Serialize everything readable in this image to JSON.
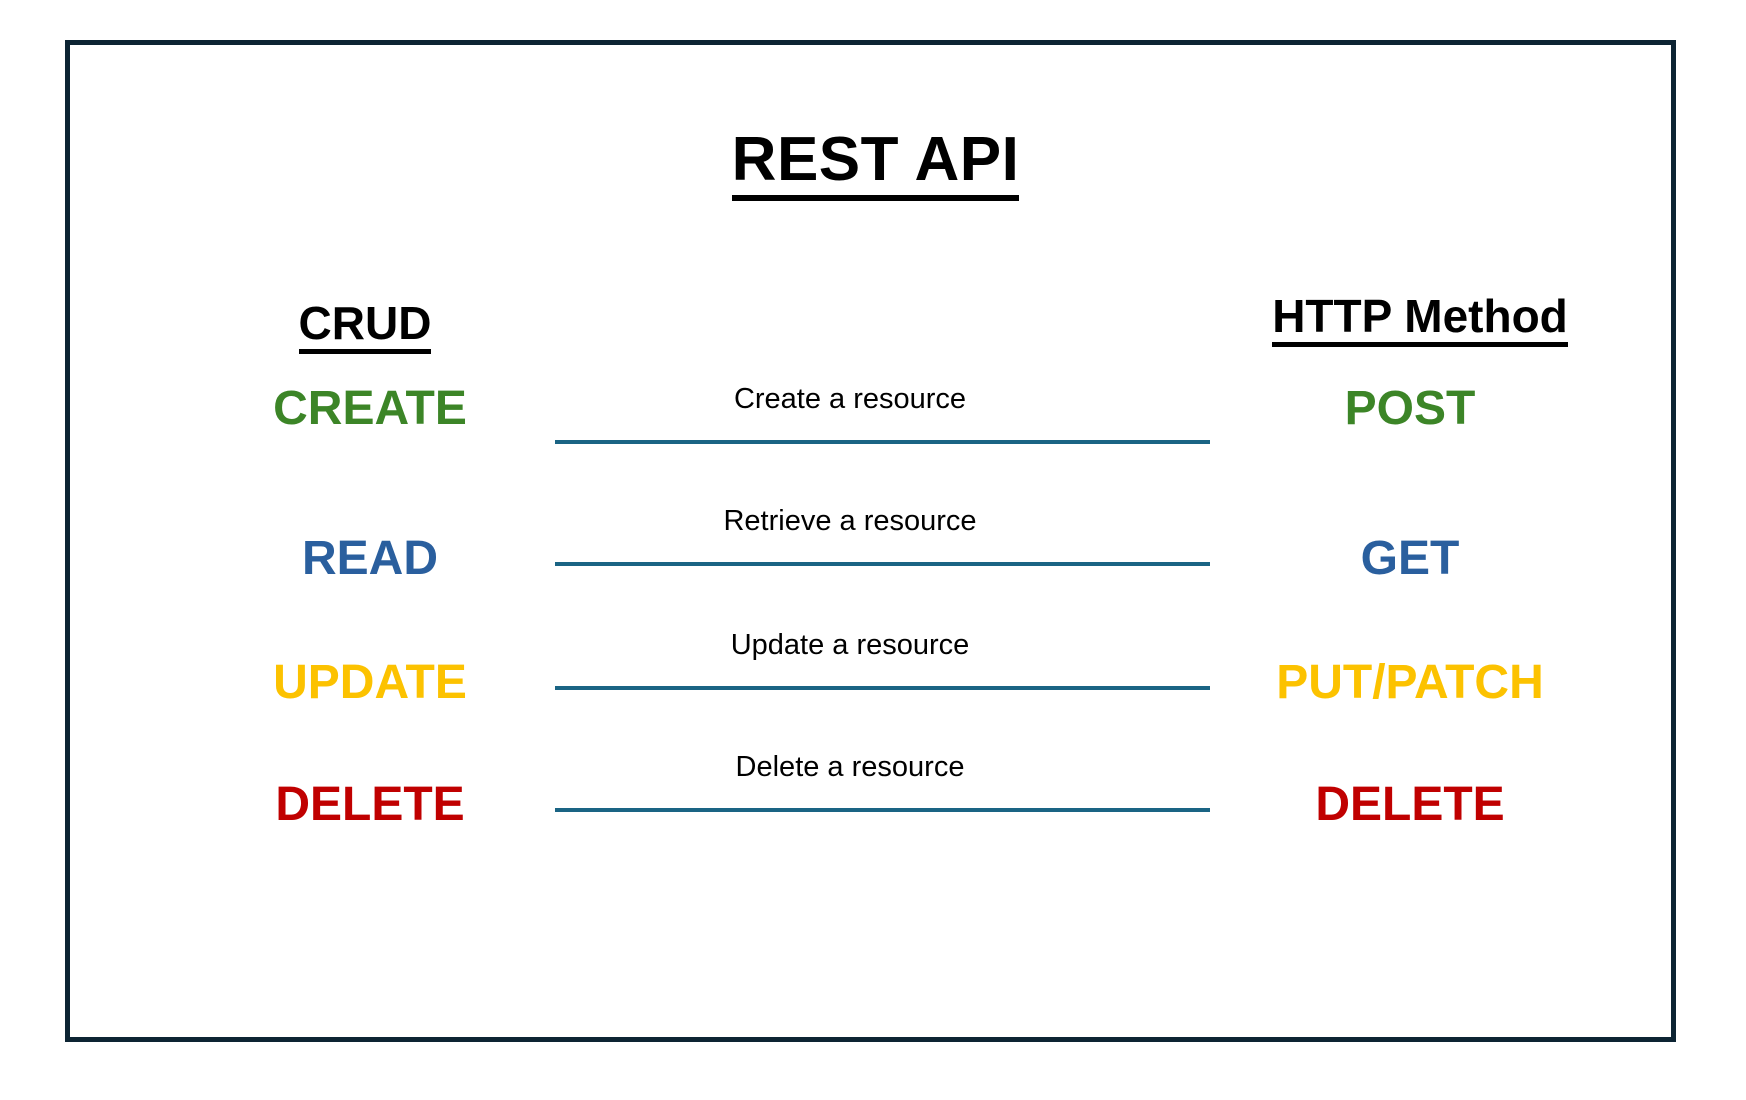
{
  "diagram": {
    "title": "REST API",
    "headers": {
      "left": "CRUD",
      "right": "HTTP Method"
    },
    "colors": {
      "frame": "#0d2433",
      "title": "#000000",
      "arrow": "#1a6484",
      "create": "#3c8527",
      "read": "#2a5f9e",
      "update": "#fcc200",
      "delete": "#c00000",
      "caption": "#000000",
      "background": "#ffffff"
    },
    "rows": [
      {
        "crud": "CREATE",
        "method": "POST",
        "caption": "Create a resource",
        "color": "#3c8527"
      },
      {
        "crud": "READ",
        "method": "GET",
        "caption": "Retrieve a resource",
        "color": "#2a5f9e"
      },
      {
        "crud": "UPDATE",
        "method": "PUT/PATCH",
        "caption": "Update a resource",
        "color": "#fcc200"
      },
      {
        "crud": "DELETE",
        "method": "DELETE",
        "caption": "Delete a resource",
        "color": "#c00000"
      }
    ]
  }
}
